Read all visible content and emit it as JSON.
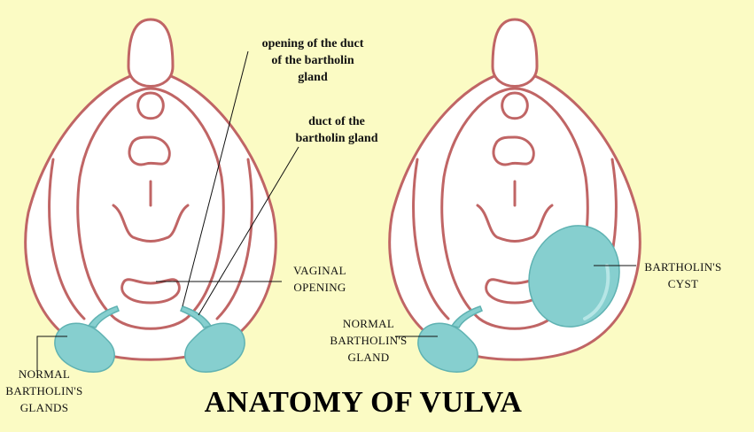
{
  "title": "ANATOMY OF VULVA",
  "labels": {
    "duct_opening": "opening of the duct\nof the bartholin\ngland",
    "duct": "duct of the\nbartholin gland",
    "vaginal_opening": "VAGINAL\nOPENING",
    "normal_glands": "NORMAL\nBARTHOLIN'S\nGLANDS",
    "normal_gland": "NORMAL\nBARTHOLIN'S\nGLAND",
    "cyst": "BARTHOLIN'S\nCYST"
  },
  "colors": {
    "background": "#fbfbc4",
    "outline": "#c06565",
    "gland": "#86cfcf",
    "cyst": "#86cfcf"
  }
}
